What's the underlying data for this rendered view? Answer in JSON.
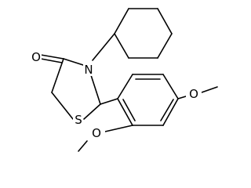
{
  "molecule": {
    "atoms": {
      "oxygen_carbonyl": "O",
      "nitrogen": "N",
      "sulfur": "S",
      "oxygen_methoxy_top": "O",
      "oxygen_methoxy_bottom": "O"
    }
  }
}
